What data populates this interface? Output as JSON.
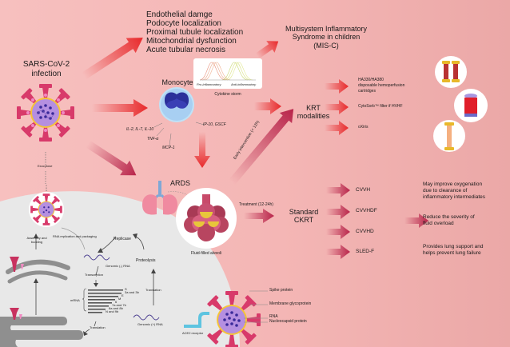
{
  "title": "SARS-CoV-2 infection, pathophysiology and kidney replacement therapy modalities",
  "colors": {
    "background": "#f4b6b5",
    "cell_background": "#e8e8e8",
    "arrow_red": "#e8292b",
    "arrow_crimson": "#b8244a",
    "virus_spike": "#d83a6a",
    "virus_body": "#b58fe0",
    "monocyte_nucleus": "#2b2f9a",
    "monocyte_cytoplasm": "#bfe2f7",
    "lung_pink": "#f08aa0",
    "trachea_blue": "#7fa8d6",
    "alveoli_dark": "#a83a55",
    "fluid_yellow": "#e8c63a"
  },
  "infection": {
    "label_line1": "SARS-CoV-2",
    "label_line2": "infection"
  },
  "kidney_effects": [
    "Endothelial damge",
    "Podocyte localization",
    "Proximal tubule localization",
    "Mitochondrial dysfunction",
    "Acute tubular necrosis"
  ],
  "misc": {
    "line1": "Multisystem Inflammatory",
    "line2": "Syndrome in children",
    "line3": "(MIS-C)"
  },
  "cytokine_storm": {
    "label": "Cytokine storm",
    "left_axis_label": "Pro-inflammatory",
    "right_axis_label": "Anti-inflammatory"
  },
  "monocyte": {
    "label": "Monocyte",
    "cytokines_left": "IL-2, IL-7, IL-10",
    "cytokine_tnf": "TNF-α",
    "cytokine_mcp": "MCP-1",
    "cytokines_right": "IP-10, GSCF"
  },
  "krt": {
    "line1": "KRT",
    "line2": "modalities",
    "options": [
      {
        "line1": "HA330/HA380",
        "line2": "disposable hemoperfusion",
        "line3": "cartridges"
      },
      {
        "line1": "CytoSorb™ filter if HVHF"
      },
      {
        "line1": "oXiris"
      }
    ],
    "early_intervention": "Early intervention (< 12h)"
  },
  "ards": {
    "label": "ARDS",
    "alveoli_label": "Fluid-filled alveoli",
    "treatment_label": "Treatment (12-24h)"
  },
  "standard_ckrt": {
    "line1": "Standard",
    "line2": "CKRT",
    "modes": [
      "CVVH",
      "CVVHDF",
      "CVVHD",
      "SLED-F"
    ],
    "benefits": [
      {
        "line1": "May improve oxygenation",
        "line2": "due to clearance of",
        "line3": "inflammatory intermediates"
      },
      {
        "line1": "Reduce the severity of",
        "line2": "fluid overload"
      },
      {
        "line1": "Provides lung support and",
        "line2": "helps prevent lung failure"
      }
    ]
  },
  "lifecycle": {
    "exocytosis": "Exocytose",
    "assembly_line1": "Assembly and",
    "assembly_line2": "budding",
    "rna_replication": "RNA replication and packaging",
    "replicase": "Replicase",
    "proteolysis": "Proteolysis",
    "genomic_neg": "Genomic (-) RNA",
    "genomic_pos": "Genomic (+) RNA",
    "transcription": "Transcription",
    "translation_right": "Translation",
    "translation_bottom": "Translation",
    "mrna": "mRNA",
    "mrna_bands": [
      "S",
      "3a and 3b",
      "E",
      "M",
      "6",
      "7a and 7b",
      "8a and 8b",
      "N and 9b"
    ]
  },
  "virus_structure": {
    "spike": "Spike protein",
    "membrane": "Membrane glycoprotein",
    "rna": "RNA",
    "nucleocapsid": "Nucleocapsid protein",
    "ace2": "ACE2 receptor"
  }
}
